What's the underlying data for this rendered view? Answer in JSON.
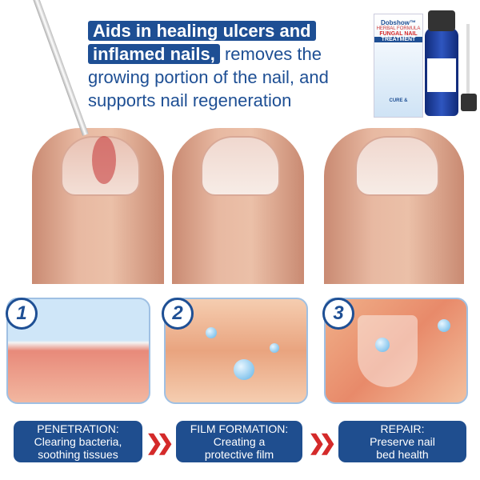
{
  "headline": {
    "highlight_line1": "Aids in healing ulcers and",
    "highlight_line2": "inflamed nails,",
    "rest_line2": " removes the",
    "line3": "growing portion of the nail, and",
    "line4": "supports nail regeneration"
  },
  "product": {
    "brand": "Dobshow™",
    "subtitle": "HERBAL FORMULA",
    "name": "FUNGAL NAIL",
    "type": "TREATMENT",
    "tagline": "CURE &"
  },
  "steps": [
    {
      "number": "1",
      "title": "PENETRATION:",
      "desc1": "Clearing bacteria,",
      "desc2": "soothing tissues"
    },
    {
      "number": "2",
      "title": "FILM FORMATION:",
      "desc1": "Creating a",
      "desc2": "protective film"
    },
    {
      "number": "3",
      "title": "REPAIR:",
      "desc1": "Preserve nail",
      "desc2": "bed health"
    }
  ],
  "colors": {
    "brand_blue": "#1f4e8f",
    "arrow_red": "#d42a2a"
  }
}
